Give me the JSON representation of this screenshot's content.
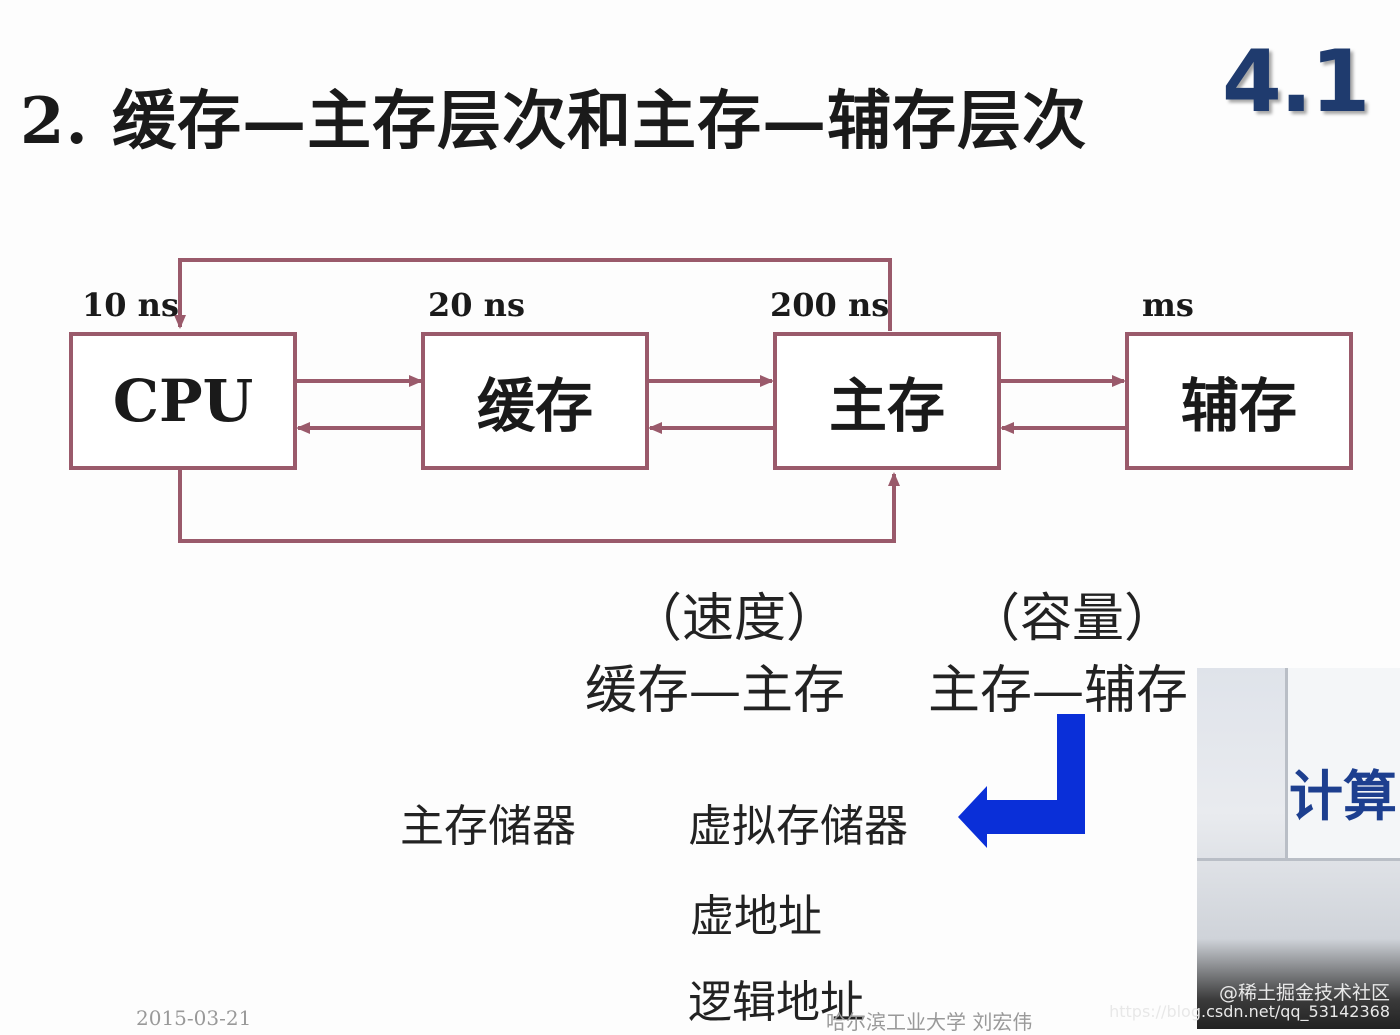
{
  "slide": {
    "title": "2. 缓存—主存层次和主存—辅存层次",
    "section_number": "4.1",
    "date": "2015-03-21",
    "author": "哈尔滨工业大学  刘宏伟"
  },
  "diagram": {
    "nodes": [
      {
        "id": "cpu",
        "label": "CPU",
        "latency": "10 ns"
      },
      {
        "id": "cache",
        "label": "缓存",
        "latency": "20 ns"
      },
      {
        "id": "main_memory",
        "label": "主存",
        "latency": "200 ns"
      },
      {
        "id": "auxiliary_storage",
        "label": "辅存",
        "latency": "ms"
      }
    ],
    "edges": [
      {
        "from": "cpu",
        "to": "cache"
      },
      {
        "from": "cache",
        "to": "cpu"
      },
      {
        "from": "cache",
        "to": "main_memory"
      },
      {
        "from": "main_memory",
        "to": "cache"
      },
      {
        "from": "main_memory",
        "to": "auxiliary_storage"
      },
      {
        "from": "auxiliary_storage",
        "to": "main_memory"
      },
      {
        "from": "main_memory",
        "to": "cpu"
      },
      {
        "from": "cpu",
        "to": "main_memory"
      }
    ],
    "arrow_color": "#9a5a6b",
    "pointer_color": "#0a2fd8"
  },
  "levels": {
    "speed_label": "（速度）",
    "speed_hierarchy": "缓存—主存",
    "capacity_label": "（容量）",
    "capacity_hierarchy": "主存—辅存"
  },
  "terms": {
    "main_storage": "主存储器",
    "virtual_storage": "虚拟存储器",
    "virtual_address": "虚地址",
    "logical_address": "逻辑地址"
  },
  "overlay": {
    "webcam_text": "计算",
    "watermark_top": "@稀土掘金技术社区",
    "watermark_bottom": "https://blog.csdn.net/qq_53142368"
  }
}
